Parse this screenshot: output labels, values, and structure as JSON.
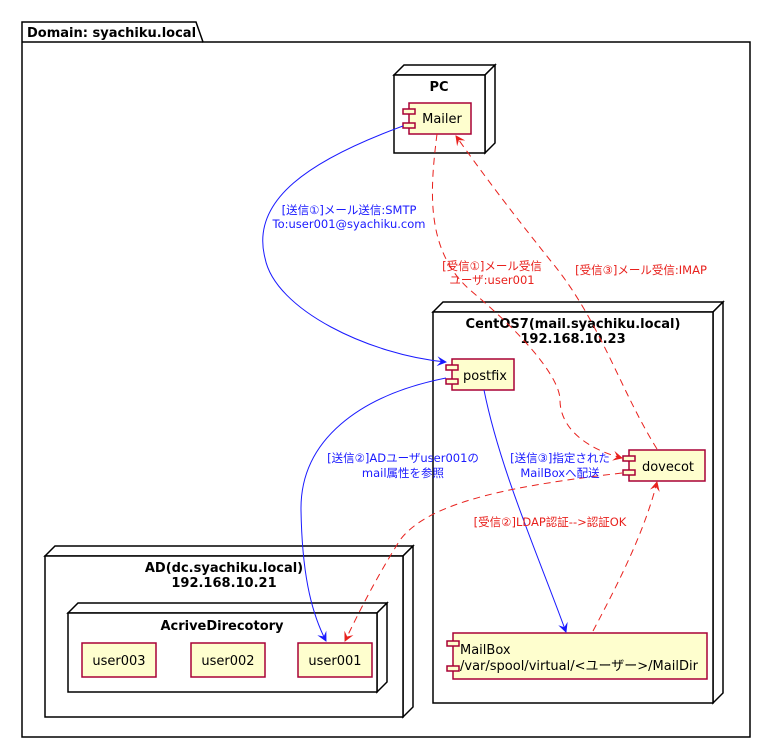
{
  "domain_frame": {
    "label": "Domain: syachiku.local"
  },
  "nodes": {
    "pc": {
      "title": "PC"
    },
    "centos": {
      "title_line1": "CentOS7(mail.syachiku.local)",
      "title_line2": "192.168.10.23"
    },
    "ad": {
      "title_line1": "AD(dc.syachiku.local)",
      "title_line2": "192.168.10.21"
    },
    "acrive": {
      "title": "AcriveDirecotory"
    }
  },
  "components": {
    "mailer": "Mailer",
    "postfix": "postfix",
    "dovecot": "dovecot",
    "mailbox_line1": "MailBox",
    "mailbox_line2": "/var/spool/virtual/<ユーザー>/MailDir"
  },
  "users": {
    "user001": "user001",
    "user002": "user002",
    "user003": "user003"
  },
  "edges": {
    "send1": {
      "line1": "[送信①]メール送信:SMTP",
      "line2": "To:user001@syachiku.com",
      "color": "#1a1aff"
    },
    "send2": {
      "line1": "[送信②]ADユーザuser001の",
      "line2": "mail属性を参照",
      "color": "#1a1aff"
    },
    "send3": {
      "line1": "[送信③]指定された",
      "line2": "MailBoxへ配送",
      "color": "#1a1aff"
    },
    "recv1": {
      "line1": "[受信①]メール受信",
      "line2": "ユーザ:user001",
      "color": "#e8211d"
    },
    "recv2": {
      "line1": "[受信②]LDAP認証-->認証OK",
      "color": "#e8211d"
    },
    "recv3": {
      "line1": "[受信③]メール受信:IMAP",
      "color": "#e8211d"
    }
  },
  "colors": {
    "component_fill": "#fefece",
    "component_border": "#a80036",
    "send_arrow": "#1a1aff",
    "receive_arrow": "#e8211d"
  }
}
